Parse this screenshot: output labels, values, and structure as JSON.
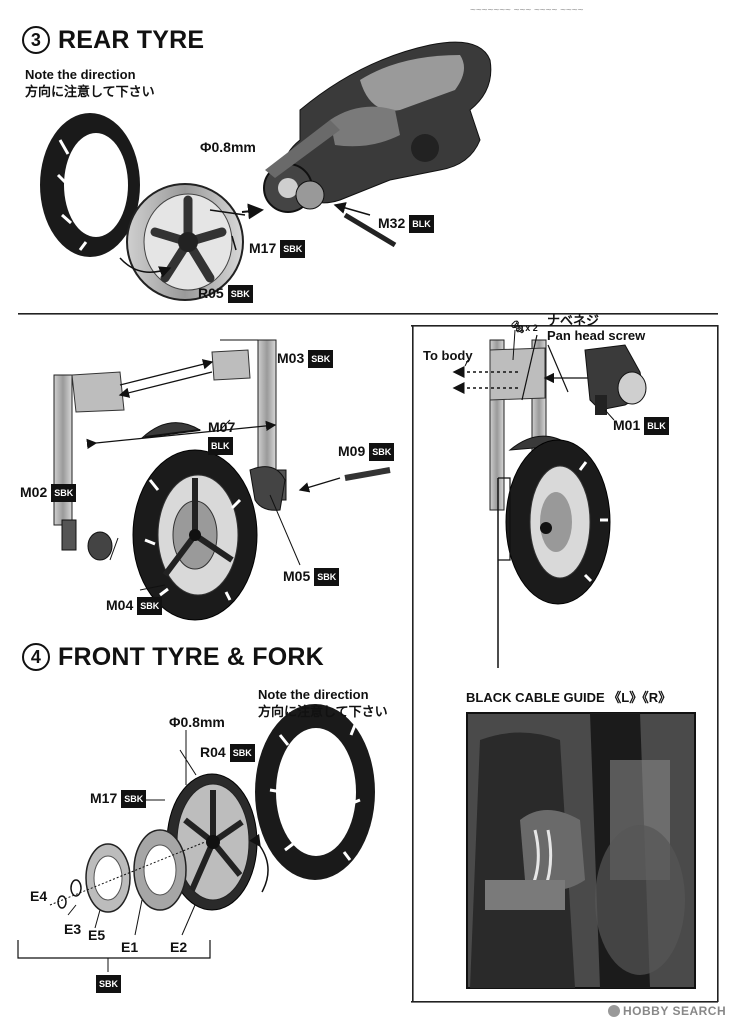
{
  "header": {
    "faint_text": "~~~~~~~ ~~~ ~~~~ ~~~~"
  },
  "step3": {
    "number": "3",
    "title": "REAR TYRE",
    "note_en": "Note the direction",
    "note_jp": "方向に注意して下さい",
    "parts": {
      "phi": "Φ0.8mm",
      "m17": {
        "label": "M17",
        "badge": "SBK"
      },
      "r05": {
        "label": "R05",
        "badge": "SBK"
      },
      "m32": {
        "label": "M32",
        "badge": "BLK"
      }
    }
  },
  "fork": {
    "m03": {
      "label": "M03",
      "badge": "SBK"
    },
    "m07": {
      "label": "M07",
      "badge": "BLK"
    },
    "m09": {
      "label": "M09",
      "badge": "SBK"
    },
    "m02": {
      "label": "M02",
      "badge": "SBK"
    },
    "m05": {
      "label": "M05",
      "badge": "SBK"
    },
    "m04": {
      "label": "M04",
      "badge": "SBK"
    }
  },
  "right_panel": {
    "screw_count": "x 2",
    "screw_jp": "ナベネジ",
    "screw_en": "Pan head screw",
    "to_body": "To body",
    "m01": {
      "label": "M01",
      "badge": "BLK"
    },
    "cable_guide": "BLACK CABLE GUIDE 《L》《R》"
  },
  "step4": {
    "number": "4",
    "title": "FRONT TYRE & FORK",
    "note_en": "Note the direction",
    "note_jp": "方向に注意して下さい",
    "parts": {
      "phi": "Φ0.8mm",
      "r04": {
        "label": "R04",
        "badge": "SBK"
      },
      "m17": {
        "label": "M17",
        "badge": "SBK"
      },
      "e4": "E4",
      "e3": "E3",
      "e5": "E5",
      "e1": "E1",
      "e2": "E2",
      "group_badge": "SBK"
    }
  },
  "watermark": "HOBBY SEARCH"
}
